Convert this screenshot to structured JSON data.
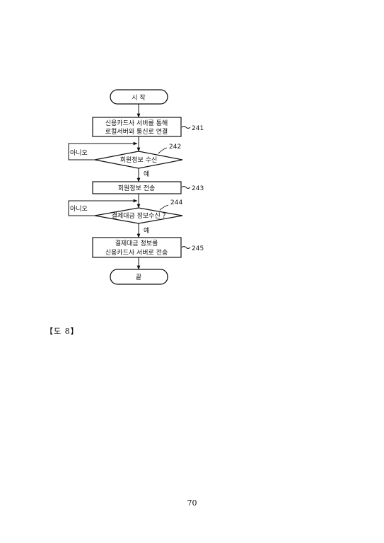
{
  "flowchart": {
    "start": "시 작",
    "step241": {
      "line1": "신용카드사 서버를 통해",
      "line2": "로컬서버와 통신로 연결",
      "ref": "241"
    },
    "decision242": {
      "text": "회원정보 수신",
      "ref": "242",
      "no": "아니오",
      "yes": "예"
    },
    "step243": {
      "text": "회원정보 전송",
      "ref": "243"
    },
    "decision244": {
      "text": "결제대금 정보수신 ?",
      "ref": "244",
      "no": "아니오",
      "yes": "예"
    },
    "step245": {
      "line1": "결제대금 정보를",
      "line2": "신용카드사 서버로 전송",
      "ref": "245"
    },
    "end": "끝"
  },
  "figure_label": "【도 8】",
  "page_number": "70"
}
